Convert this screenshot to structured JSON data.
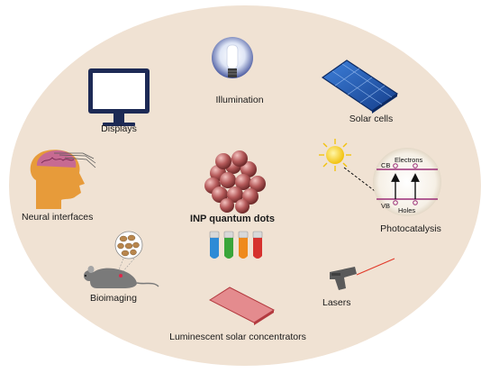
{
  "center": {
    "label": "INP quantum dots"
  },
  "applications": [
    {
      "id": "displays",
      "label": "Displays",
      "icon": "monitor-icon"
    },
    {
      "id": "illumination",
      "label": "Illumination",
      "icon": "light-bulb-icon"
    },
    {
      "id": "solar-cells",
      "label": "Solar cells",
      "icon": "solar-panel-icon"
    },
    {
      "id": "neural-interfaces",
      "label": "Neural interfaces",
      "icon": "brain-head-icon"
    },
    {
      "id": "photocatalysis",
      "label": "Photocatalysis",
      "icon": "band-diagram-icon"
    },
    {
      "id": "bioimaging",
      "label": "Bioimaging",
      "icon": "mouse-icon"
    },
    {
      "id": "lasers",
      "label": "Lasers",
      "icon": "laser-gun-icon"
    },
    {
      "id": "lsc",
      "label": "Luminescent solar concentrators",
      "icon": "red-slab-icon"
    }
  ],
  "photocatalysis_diagram": {
    "cb": "CB",
    "vb": "VB",
    "electrons": "Electrons",
    "holes": "Holes"
  },
  "colors": {
    "background_ellipse": "#f0e2d3",
    "dot_cluster": "#b55a5a",
    "vials": [
      "#2e8bd6",
      "#3aa53a",
      "#ef8a1c",
      "#d6322e"
    ],
    "lsc_slab": "#e48b8e",
    "laser_beam": "#e23a2a",
    "sun": "#f6d31f"
  }
}
